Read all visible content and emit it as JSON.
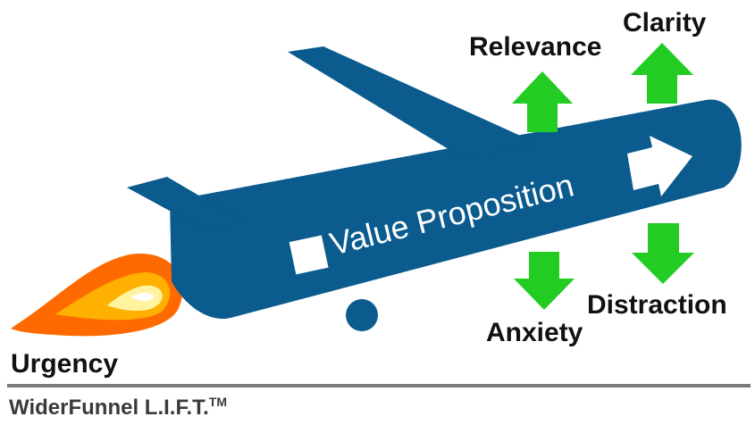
{
  "diagram": {
    "value_proposition": "Value Proposition",
    "labels": {
      "clarity": "Clarity",
      "relevance": "Relevance",
      "distraction": "Distraction",
      "anxiety": "Anxiety",
      "urgency": "Urgency"
    },
    "footer": {
      "title": "WiderFunnel L.I.F.T.",
      "mark": "TM"
    },
    "colors": {
      "plane": "#0b5b8f",
      "arrows": "#22cc22",
      "flame_outer": "#ff6a00",
      "flame_mid": "#ffb000",
      "flame_core": "#fff3a0",
      "rule": "#7a7a7a"
    }
  }
}
